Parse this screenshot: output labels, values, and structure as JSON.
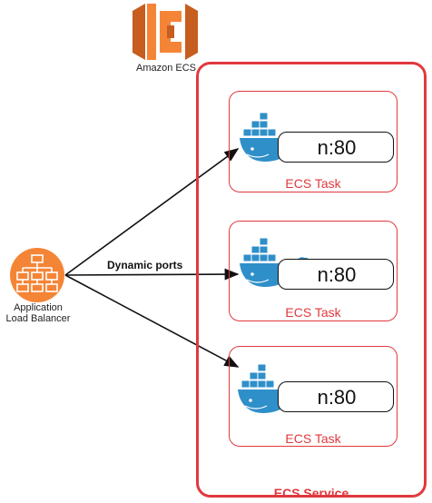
{
  "ecs": {
    "title": "Amazon ECS",
    "icon": "amazon-ecs-icon",
    "color": "#f58536"
  },
  "alb": {
    "line1": "Application",
    "line2": "Load Balancer",
    "icon": "application-load-balancer-icon",
    "color": "#f58536"
  },
  "edge_label": "Dynamic ports",
  "service": {
    "label": "ECS Service",
    "color": "#e0393e"
  },
  "tasks": [
    {
      "label": "ECS Task",
      "port": "n:80",
      "icon": "docker-icon"
    },
    {
      "label": "ECS Task",
      "port": "n:80",
      "icon": "docker-icon"
    },
    {
      "label": "ECS Task",
      "port": "n:80",
      "icon": "docker-icon"
    }
  ]
}
